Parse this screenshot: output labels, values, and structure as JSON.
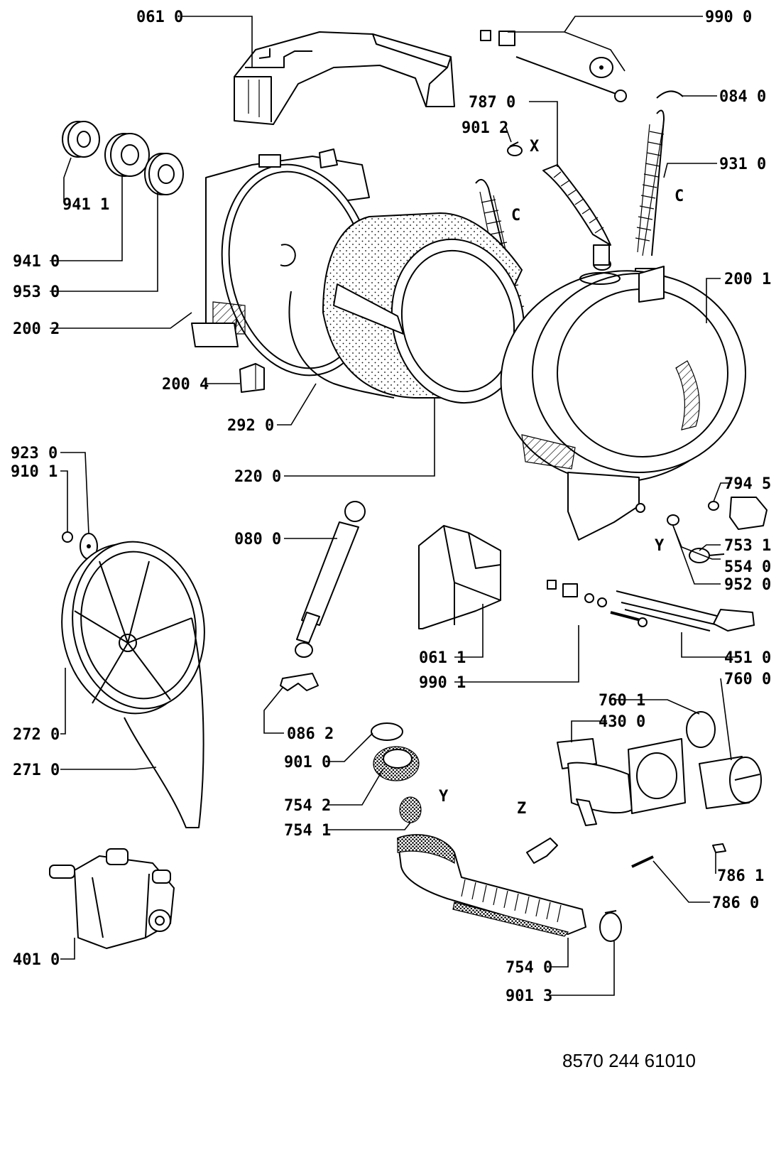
{
  "diagram": {
    "labels": [
      {
        "id": "l0610",
        "text": "061 0"
      },
      {
        "id": "l9900",
        "text": "990 0"
      },
      {
        "id": "l0840",
        "text": "084 0"
      },
      {
        "id": "l7870",
        "text": "787 0"
      },
      {
        "id": "l9012",
        "text": "901 2"
      },
      {
        "id": "l9310",
        "text": "931 0"
      },
      {
        "id": "l9411",
        "text": "941 1"
      },
      {
        "id": "l9410",
        "text": "941 0"
      },
      {
        "id": "l9530",
        "text": "953 0"
      },
      {
        "id": "l2002",
        "text": "200 2"
      },
      {
        "id": "l2001",
        "text": "200 1"
      },
      {
        "id": "l2004",
        "text": "200 4"
      },
      {
        "id": "l2920",
        "text": "292 0"
      },
      {
        "id": "l2200",
        "text": "220 0"
      },
      {
        "id": "l9230",
        "text": "923 0"
      },
      {
        "id": "l9101",
        "text": "910 1"
      },
      {
        "id": "l0800",
        "text": "080 0"
      },
      {
        "id": "l7945",
        "text": "794 5"
      },
      {
        "id": "l7531",
        "text": "753 1"
      },
      {
        "id": "l5540",
        "text": "554 0"
      },
      {
        "id": "l9520",
        "text": "952 0"
      },
      {
        "id": "l0611",
        "text": "061 1"
      },
      {
        "id": "l9901",
        "text": "990 1"
      },
      {
        "id": "l4510",
        "text": "451 0"
      },
      {
        "id": "l7600",
        "text": "760 0"
      },
      {
        "id": "l7601",
        "text": "760 1"
      },
      {
        "id": "l4300",
        "text": "430 0"
      },
      {
        "id": "l2720",
        "text": "272 0"
      },
      {
        "id": "l2710",
        "text": "271 0"
      },
      {
        "id": "l0862",
        "text": "086 2"
      },
      {
        "id": "l9010",
        "text": "901 0"
      },
      {
        "id": "l7542",
        "text": "754 2"
      },
      {
        "id": "l7541",
        "text": "754 1"
      },
      {
        "id": "l7861",
        "text": "786 1"
      },
      {
        "id": "l7860",
        "text": "786 0"
      },
      {
        "id": "l4010",
        "text": "401 0"
      },
      {
        "id": "l7540",
        "text": "754 0"
      },
      {
        "id": "l9013",
        "text": "901 3"
      }
    ],
    "letters": [
      {
        "id": "x1",
        "text": "X"
      },
      {
        "id": "c1",
        "text": "C"
      },
      {
        "id": "c2",
        "text": "C"
      },
      {
        "id": "y1",
        "text": "Y"
      },
      {
        "id": "y2",
        "text": "Y"
      },
      {
        "id": "z1",
        "text": "Z"
      }
    ]
  },
  "footer": {
    "drawing_number": "8570 244 61010"
  }
}
